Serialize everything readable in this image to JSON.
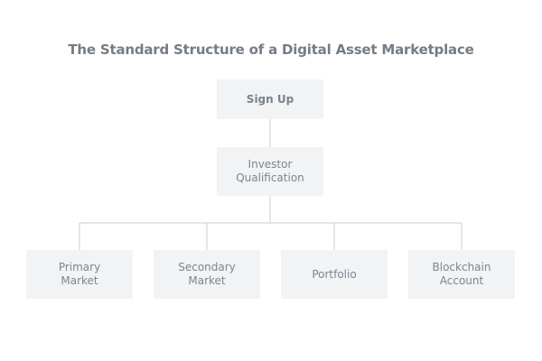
{
  "diagram": {
    "title": "The Standard Structure of a Digital Asset Marketplace",
    "nodes": {
      "sign_up": "Sign Up",
      "investor_qualification": "Investor\nQualification",
      "primary_market": "Primary\nMarket",
      "secondary_market": "Secondary\nMarket",
      "portfolio": "Portfolio",
      "blockchain_account": "Blockchain\nAccount"
    },
    "edges": [
      [
        "sign_up",
        "investor_qualification"
      ],
      [
        "investor_qualification",
        "primary_market"
      ],
      [
        "investor_qualification",
        "secondary_market"
      ],
      [
        "investor_qualification",
        "portfolio"
      ],
      [
        "investor_qualification",
        "blockchain_account"
      ]
    ],
    "colors": {
      "node_fill": "#f1f3f5",
      "connector": "#c9ced4",
      "text": "#7c8590",
      "title": "#747d86"
    }
  }
}
